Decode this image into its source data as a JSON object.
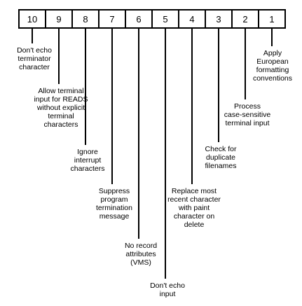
{
  "bits": [
    {
      "number": "10",
      "description": "Don't echo\nterminator\ncharacter"
    },
    {
      "number": "9",
      "description": "Allow terminal\ninput for READS\nwithout explicit\nterminal\ncharacters"
    },
    {
      "number": "8",
      "description": "Ignore\ninterrupt\ncharacters"
    },
    {
      "number": "7",
      "description": "Suppress\nprogram\ntermination\nmessage"
    },
    {
      "number": "6",
      "description": "No record\nattributes\n(VMS)"
    },
    {
      "number": "5",
      "description": "Don't echo\ninput"
    },
    {
      "number": "4",
      "description": "Replace most\nrecent character\nwith paint\ncharacter on\ndelete"
    },
    {
      "number": "3",
      "description": "Check for\nduplicate\nfilenames"
    },
    {
      "number": "2",
      "description": "Process\ncase-sensitive\nterminal input"
    },
    {
      "number": "1",
      "description": "Apply\nEuropean\nformatting\nconventions"
    }
  ],
  "colors": {
    "line": "#000000",
    "background": "#ffffff",
    "text": "#000000"
  }
}
